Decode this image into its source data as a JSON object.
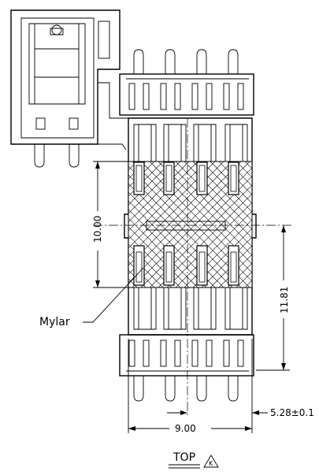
{
  "dimensions": {
    "height_10": "10.00",
    "height_11": "11.81",
    "width_9": "9.00",
    "offset": "5.28±0.1"
  },
  "labels": {
    "mylar": "Mylar",
    "view": "TOP",
    "revision": "K"
  }
}
